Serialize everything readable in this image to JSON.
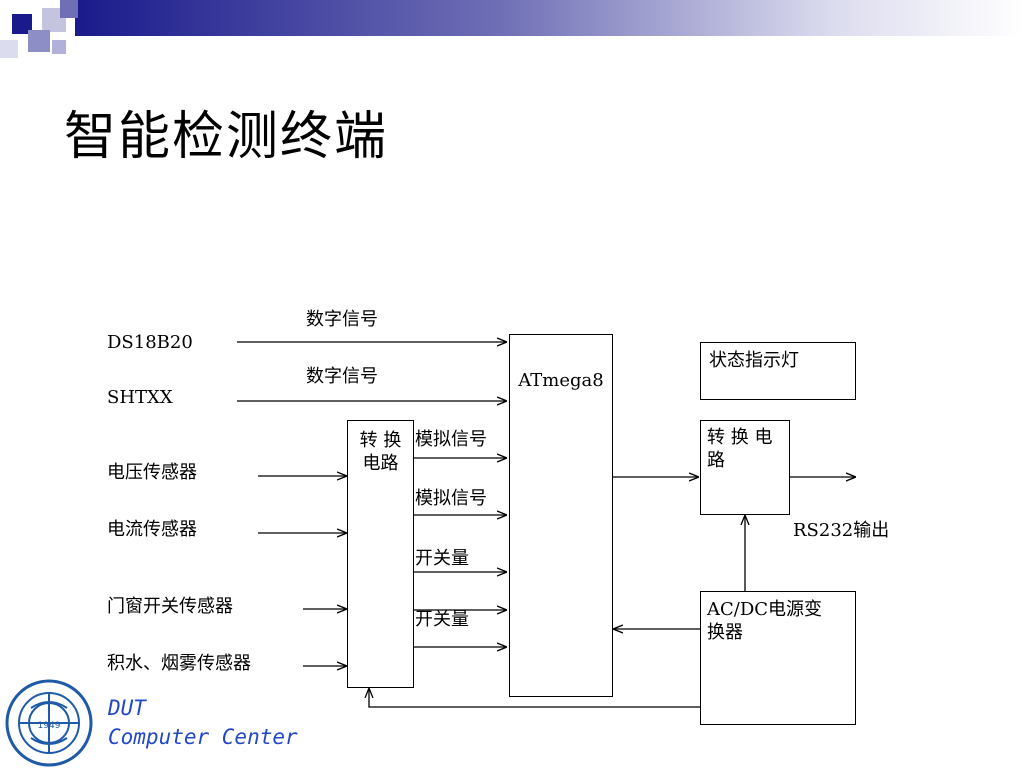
{
  "slide": {
    "title": "智能检测终端"
  },
  "diagram": {
    "sensors": [
      {
        "label": "DS18B20"
      },
      {
        "label": "SHTXX"
      },
      {
        "label": "电压传感器"
      },
      {
        "label": "电流传感器"
      },
      {
        "label": "门窗开关传感器"
      },
      {
        "label": "积水、烟雾传感器"
      }
    ],
    "signals": {
      "digital_1": "数字信号",
      "digital_2": "数字信号",
      "analog_1": "模拟信号",
      "analog_2": "模拟信号",
      "switch_1": "开关量",
      "switch_2": "开关量"
    },
    "blocks": {
      "convert_left_line1": "转 换",
      "convert_left_line2": "电路",
      "mcu": "ATmega8",
      "status_light": "状态指示灯",
      "convert_right_line1": "转 换 电",
      "convert_right_line2": "路",
      "power_line1": "AC/DC电源变",
      "power_line2": "换器"
    },
    "output": "RS232输出"
  },
  "footer": {
    "brand_line1": "DUT",
    "brand_line2": "Computer Center",
    "logo_caption": "1949"
  },
  "colors": {
    "header_dark": "#1a1a8c",
    "header_mid": "#6f6fb6",
    "header_light": "#dcdcef",
    "brand_blue": "#2248c8",
    "logo_blue": "#1e5aa8"
  },
  "icons": {
    "logo": "dut-university-seal-icon"
  }
}
